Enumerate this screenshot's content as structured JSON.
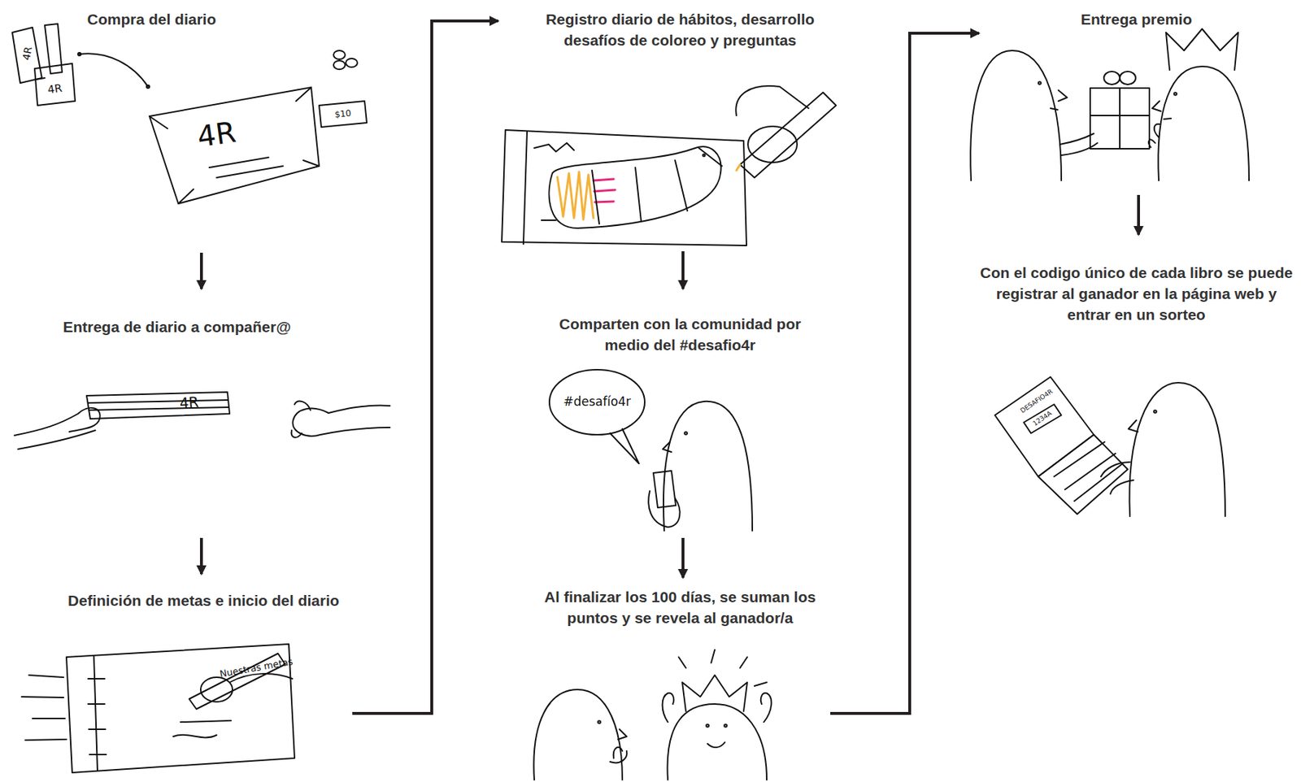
{
  "diagram": {
    "nodes": [
      {
        "text": [
          "Compra del diario"
        ]
      },
      {
        "text": [
          "Entrega de diario a compañer@"
        ]
      },
      {
        "text": [
          "Definición de metas e inicio del diario"
        ]
      },
      {
        "text": [
          "Registro diario de hábitos, desarrollo desafíos de coloreo y preguntas"
        ]
      },
      {
        "text": [
          "Comparten con la comunidad por medio del #desafio4r"
        ]
      },
      {
        "text": [
          "Al finalizar los 100 días, se suman los puntos y se revela al ganador/a"
        ]
      },
      {
        "text": [
          "Entrega premio"
        ]
      },
      {
        "text": [
          "Con el codigo único de cada libro se puede registrar al ganador en la página web y entrar en un sorteo"
        ]
      }
    ],
    "edges": [
      {
        "from": 0,
        "to": 1,
        "arrow": "to"
      },
      {
        "from": 1,
        "to": 2,
        "arrow": "to"
      },
      {
        "from": 2,
        "to": 3,
        "arrow": "to"
      },
      {
        "from": 3,
        "to": 4,
        "arrow": "to"
      },
      {
        "from": 4,
        "to": 5,
        "arrow": "to"
      },
      {
        "from": 5,
        "to": 6,
        "arrow": "to"
      },
      {
        "from": 6,
        "to": 7,
        "arrow": "to"
      }
    ],
    "labels": [
      "4R",
      "4R",
      "4R",
      "$10",
      "4R",
      "Nuestras metas",
      "#desafío4r",
      "DESAFIO4R",
      "1234A"
    ]
  }
}
